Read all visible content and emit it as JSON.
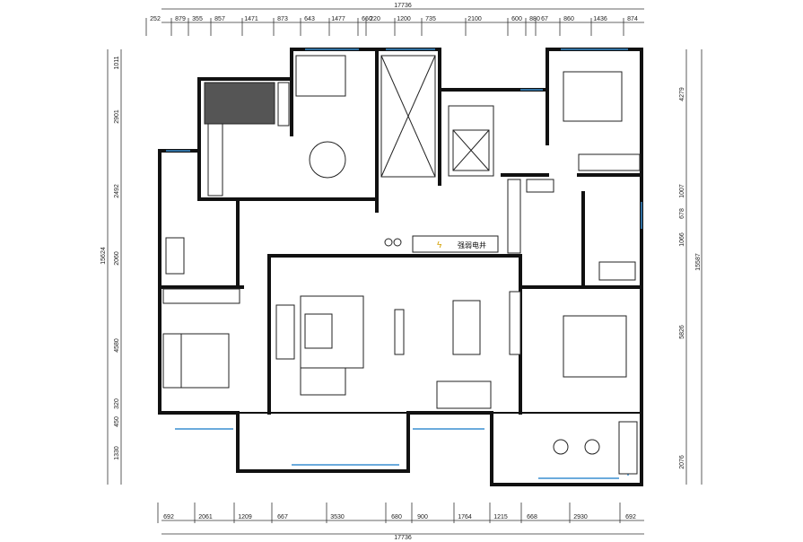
{
  "title": "Floor plan",
  "total_width": "17736",
  "top_dimensions": [
    "252",
    "879",
    "355",
    "857",
    "1471",
    "873",
    "643",
    "1477",
    "660",
    "220",
    "1200",
    "735",
    "2100",
    "600",
    "880",
    "67",
    "860",
    "1436",
    "874"
  ],
  "bottom_dimensions": [
    "692",
    "2061",
    "1209",
    "667",
    "3530",
    "680",
    "900",
    "1764",
    "1215",
    "668",
    "2930",
    "692"
  ],
  "left_total": "15624",
  "left_dimensions": [
    "1011",
    "2901",
    "2492",
    "2060",
    "4580",
    "320",
    "450",
    "1330"
  ],
  "right_total": "15587",
  "right_dimensions": [
    "4279",
    "1007",
    "678",
    "1066",
    "5826",
    "2076"
  ],
  "shaft_label": "强弱电井",
  "colors": {
    "window": "#3a8fd0",
    "wall": "#111111"
  }
}
